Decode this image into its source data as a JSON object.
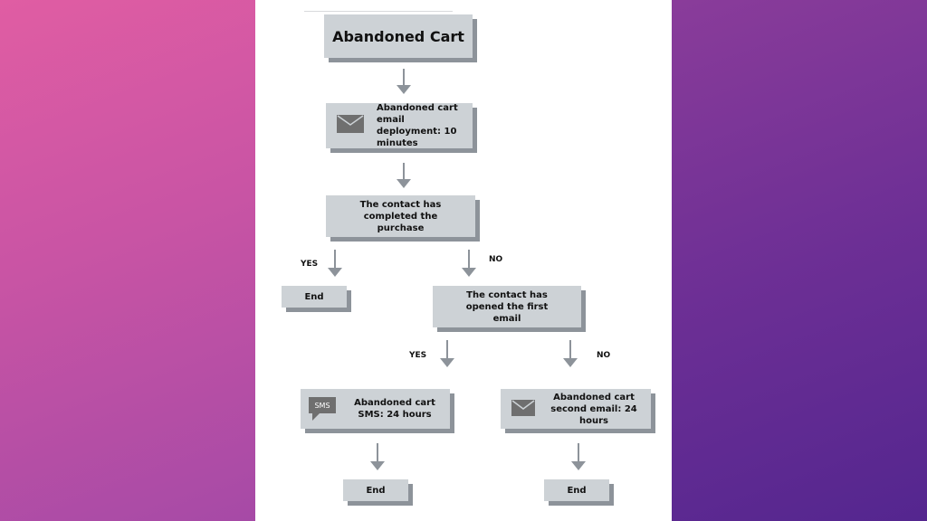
{
  "flowchart": {
    "title": "Abandoned Cart",
    "step_email1": "Abandoned cart email deployment: 10 minutes",
    "decision_purchase": "The contact has completed the purchase",
    "end_left": "End",
    "decision_opened": "The contact has opened the first email",
    "step_sms": "Abandoned cart SMS: 24 hours",
    "sms_icon_text": "SMS",
    "step_email2": "Abandoned cart second email: 24 hours",
    "end_sms": "End",
    "end_email2": "End",
    "yes_label": "YES",
    "no_label": "NO"
  },
  "colors": {
    "box": "#cdd2d6",
    "shadow": "#8d939a",
    "arrow": "#8d939a",
    "bg_left": "#d458a5",
    "bg_right": "#6a2e95"
  },
  "icons": {
    "email": "envelope-icon",
    "sms": "sms-bubble-icon"
  }
}
